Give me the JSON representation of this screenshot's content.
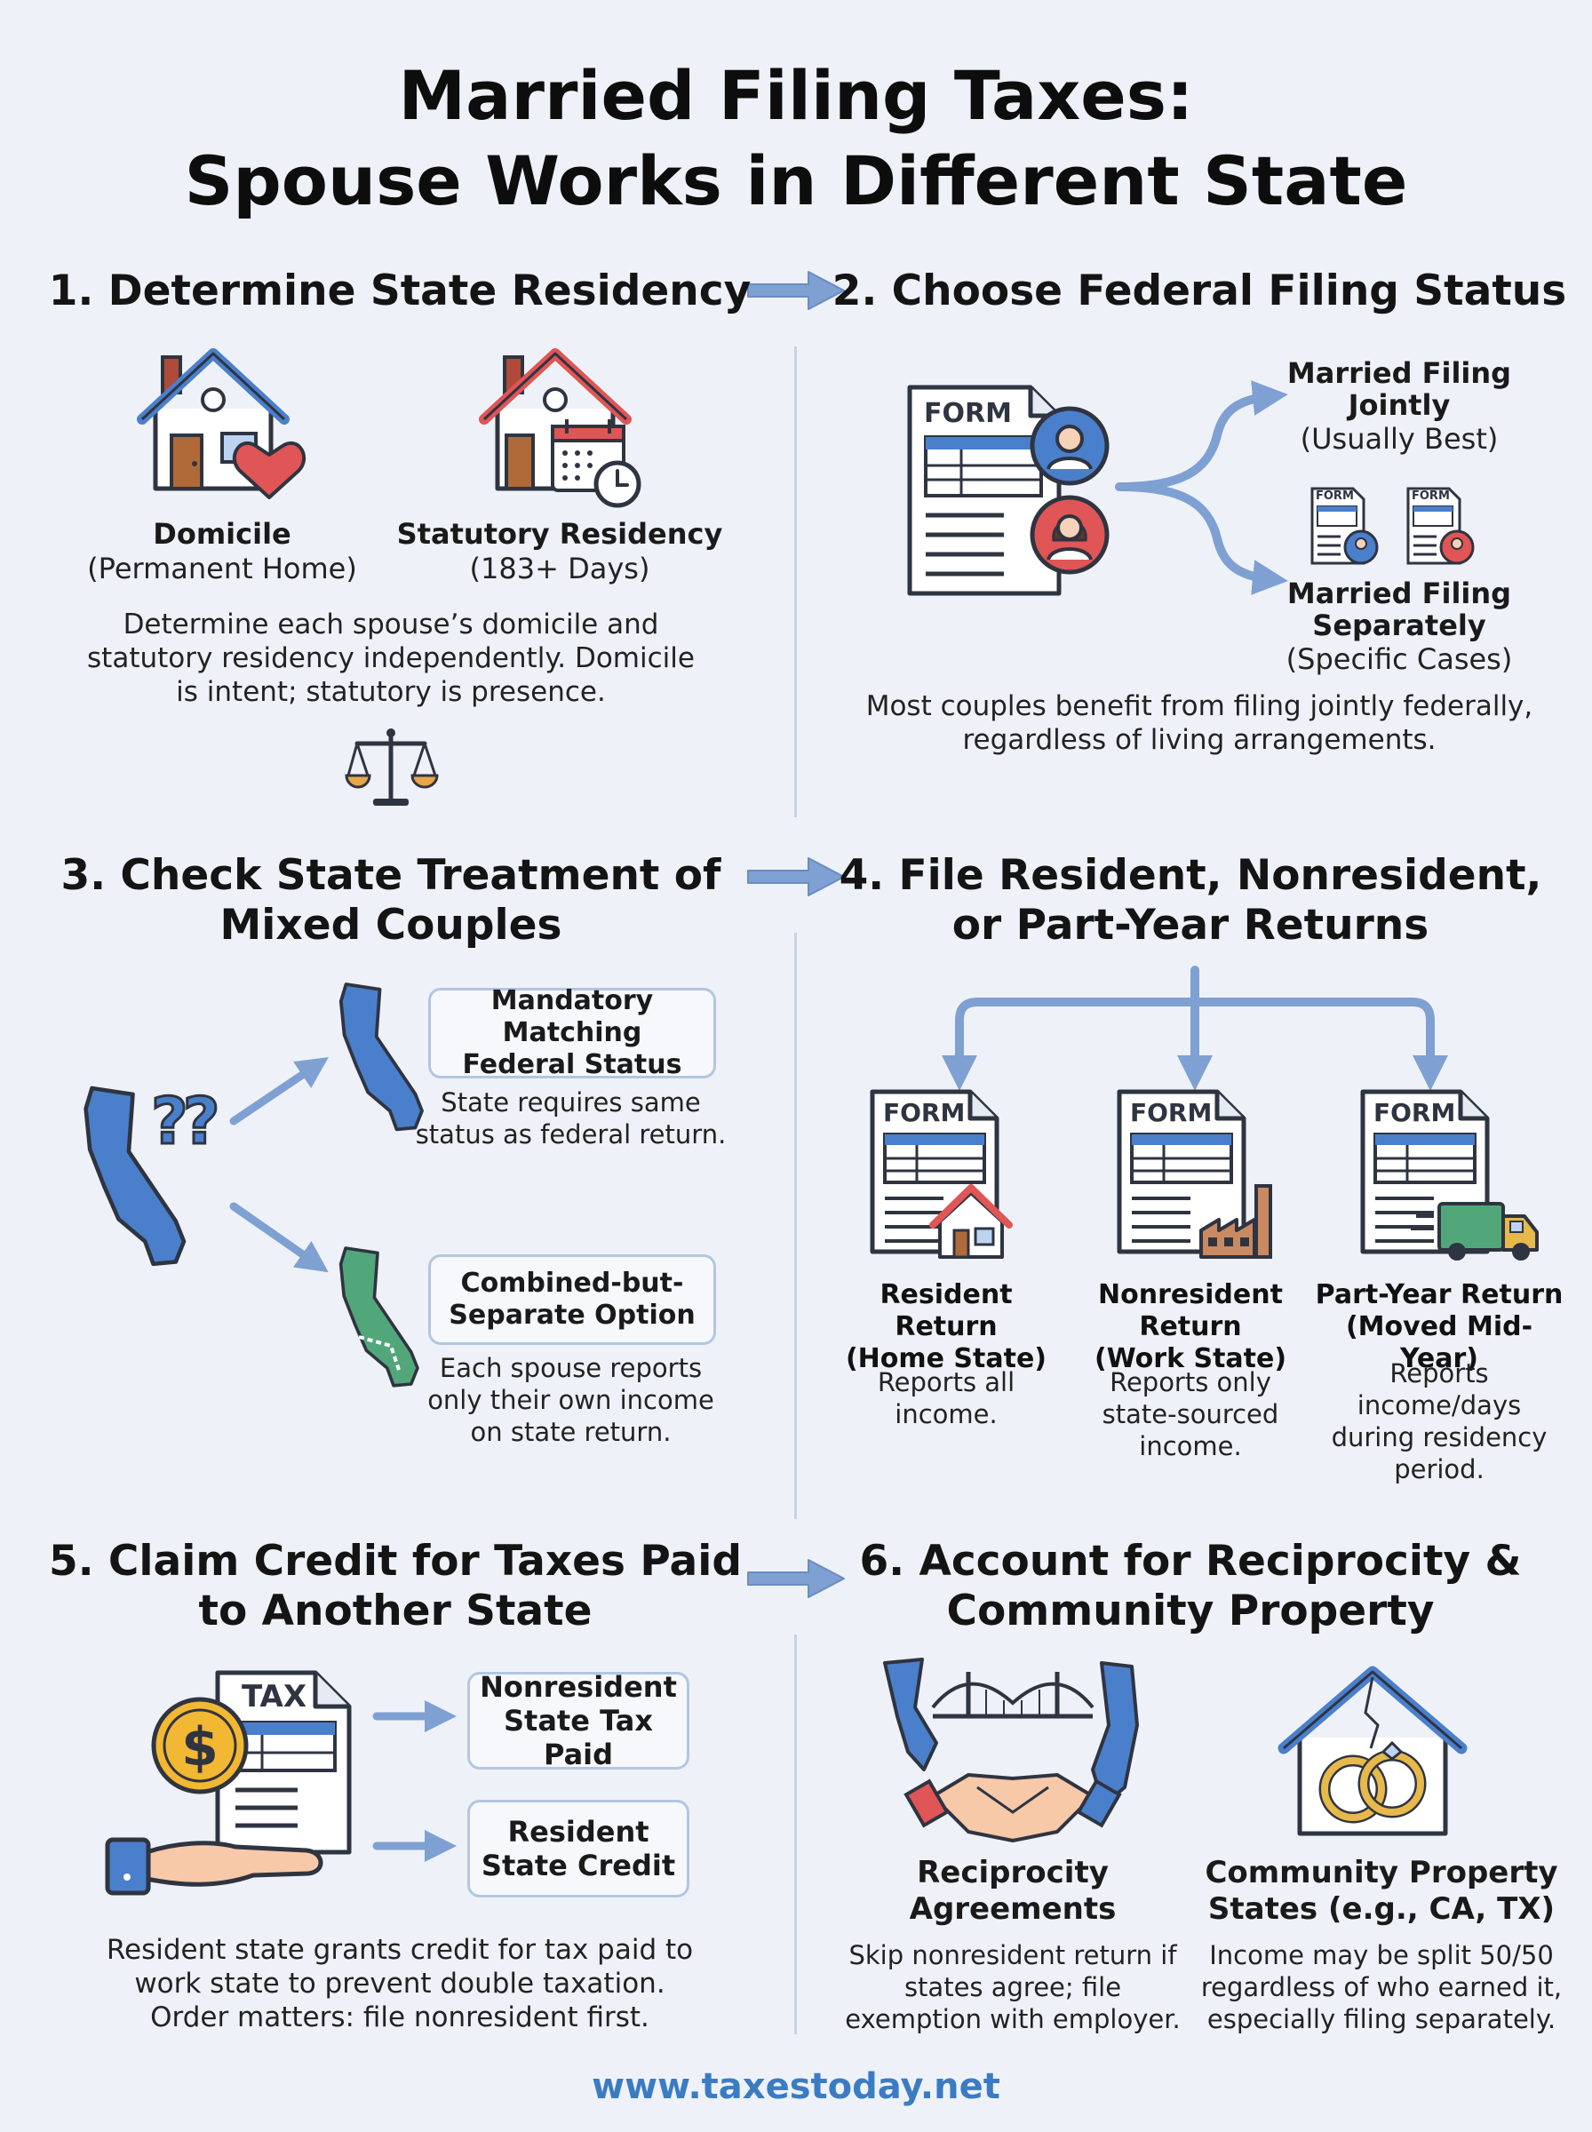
{
  "title": {
    "line1": "Married Filing Taxes:",
    "line2": "Spouse Works in Different State"
  },
  "s1": {
    "title": "1. Determine State Residency",
    "domicile": {
      "label": "Domicile",
      "sub": "(Permanent Home)"
    },
    "statutory": {
      "label": "Statutory Residency",
      "sub": "(183+ Days)"
    },
    "body": [
      "Determine each spouse’s domicile and",
      "statutory residency independently. Domicile",
      "is intent; statutory is presence."
    ]
  },
  "s2": {
    "title": "2. Choose Federal Filing Status",
    "form_label": "FORM",
    "jointly": {
      "l1": "Married Filing",
      "l2": "Jointly",
      "sub": "(Usually Best)"
    },
    "separately": {
      "l1": "Married Filing",
      "l2": "Separately",
      "sub": "(Specific Cases)"
    },
    "mini_form_label": "FORM",
    "body": [
      "Most couples benefit from filing jointly federally,",
      "regardless of living arrangements."
    ]
  },
  "s3": {
    "title": [
      "3. Check State Treatment of",
      "Mixed Couples"
    ],
    "question": "??",
    "mandatory": {
      "l1": "Mandatory Matching",
      "l2": "Federal Status",
      "desc": [
        "State requires same",
        "status as federal return."
      ]
    },
    "combined": {
      "l1": "Combined-but-",
      "l2": "Separate Option",
      "desc": [
        "Each spouse reports",
        "only their own income",
        "on state return."
      ]
    }
  },
  "s4": {
    "title": [
      "4. File Resident, Nonresident,",
      "or Part-Year Returns"
    ],
    "form_label": "FORM",
    "resident": {
      "l1": "Resident Return",
      "l2": "(Home State)",
      "desc": [
        "Reports all",
        "income."
      ]
    },
    "nonresident": {
      "l1": "Nonresident Return",
      "l2": "(Work State)",
      "desc": [
        "Reports only",
        "state-sourced",
        "income."
      ]
    },
    "partyear": {
      "l1": "Part-Year Return",
      "l2": "(Moved Mid-Year)",
      "desc": [
        "Reports",
        "income/days",
        "during residency",
        "period."
      ]
    }
  },
  "s5": {
    "title": [
      "5. Claim Credit for Taxes Paid",
      "to Another State"
    ],
    "tax_label": "TAX",
    "dollar": "$",
    "nonres_box": {
      "l1": "Nonresident",
      "l2": "State Tax Paid"
    },
    "res_box": {
      "l1": "Resident",
      "l2": "State Credit"
    },
    "body": [
      "Resident state grants credit for tax paid to",
      "work state to prevent double taxation.",
      "Order matters: file nonresident first."
    ]
  },
  "s6": {
    "title": [
      "6. Account for Reciprocity &",
      "Community Property"
    ],
    "reciprocity": {
      "l1": "Reciprocity",
      "l2": "Agreements",
      "desc": [
        "Skip nonresident return if",
        "states agree; file",
        "exemption with employer."
      ]
    },
    "community": {
      "l1": "Community Property",
      "l2": "States (e.g., CA, TX)",
      "desc": [
        "Income may be split 50/50",
        "regardless of who earned it,",
        "especially filing separately."
      ]
    }
  },
  "footer": "www.taxestoday.net",
  "colors": {
    "blue": "#4a7fcb",
    "red": "#e05555",
    "green": "#52a77a",
    "arrow": "#7fa0d2",
    "dark": "#2f3441",
    "link": "#3b7bc4"
  }
}
